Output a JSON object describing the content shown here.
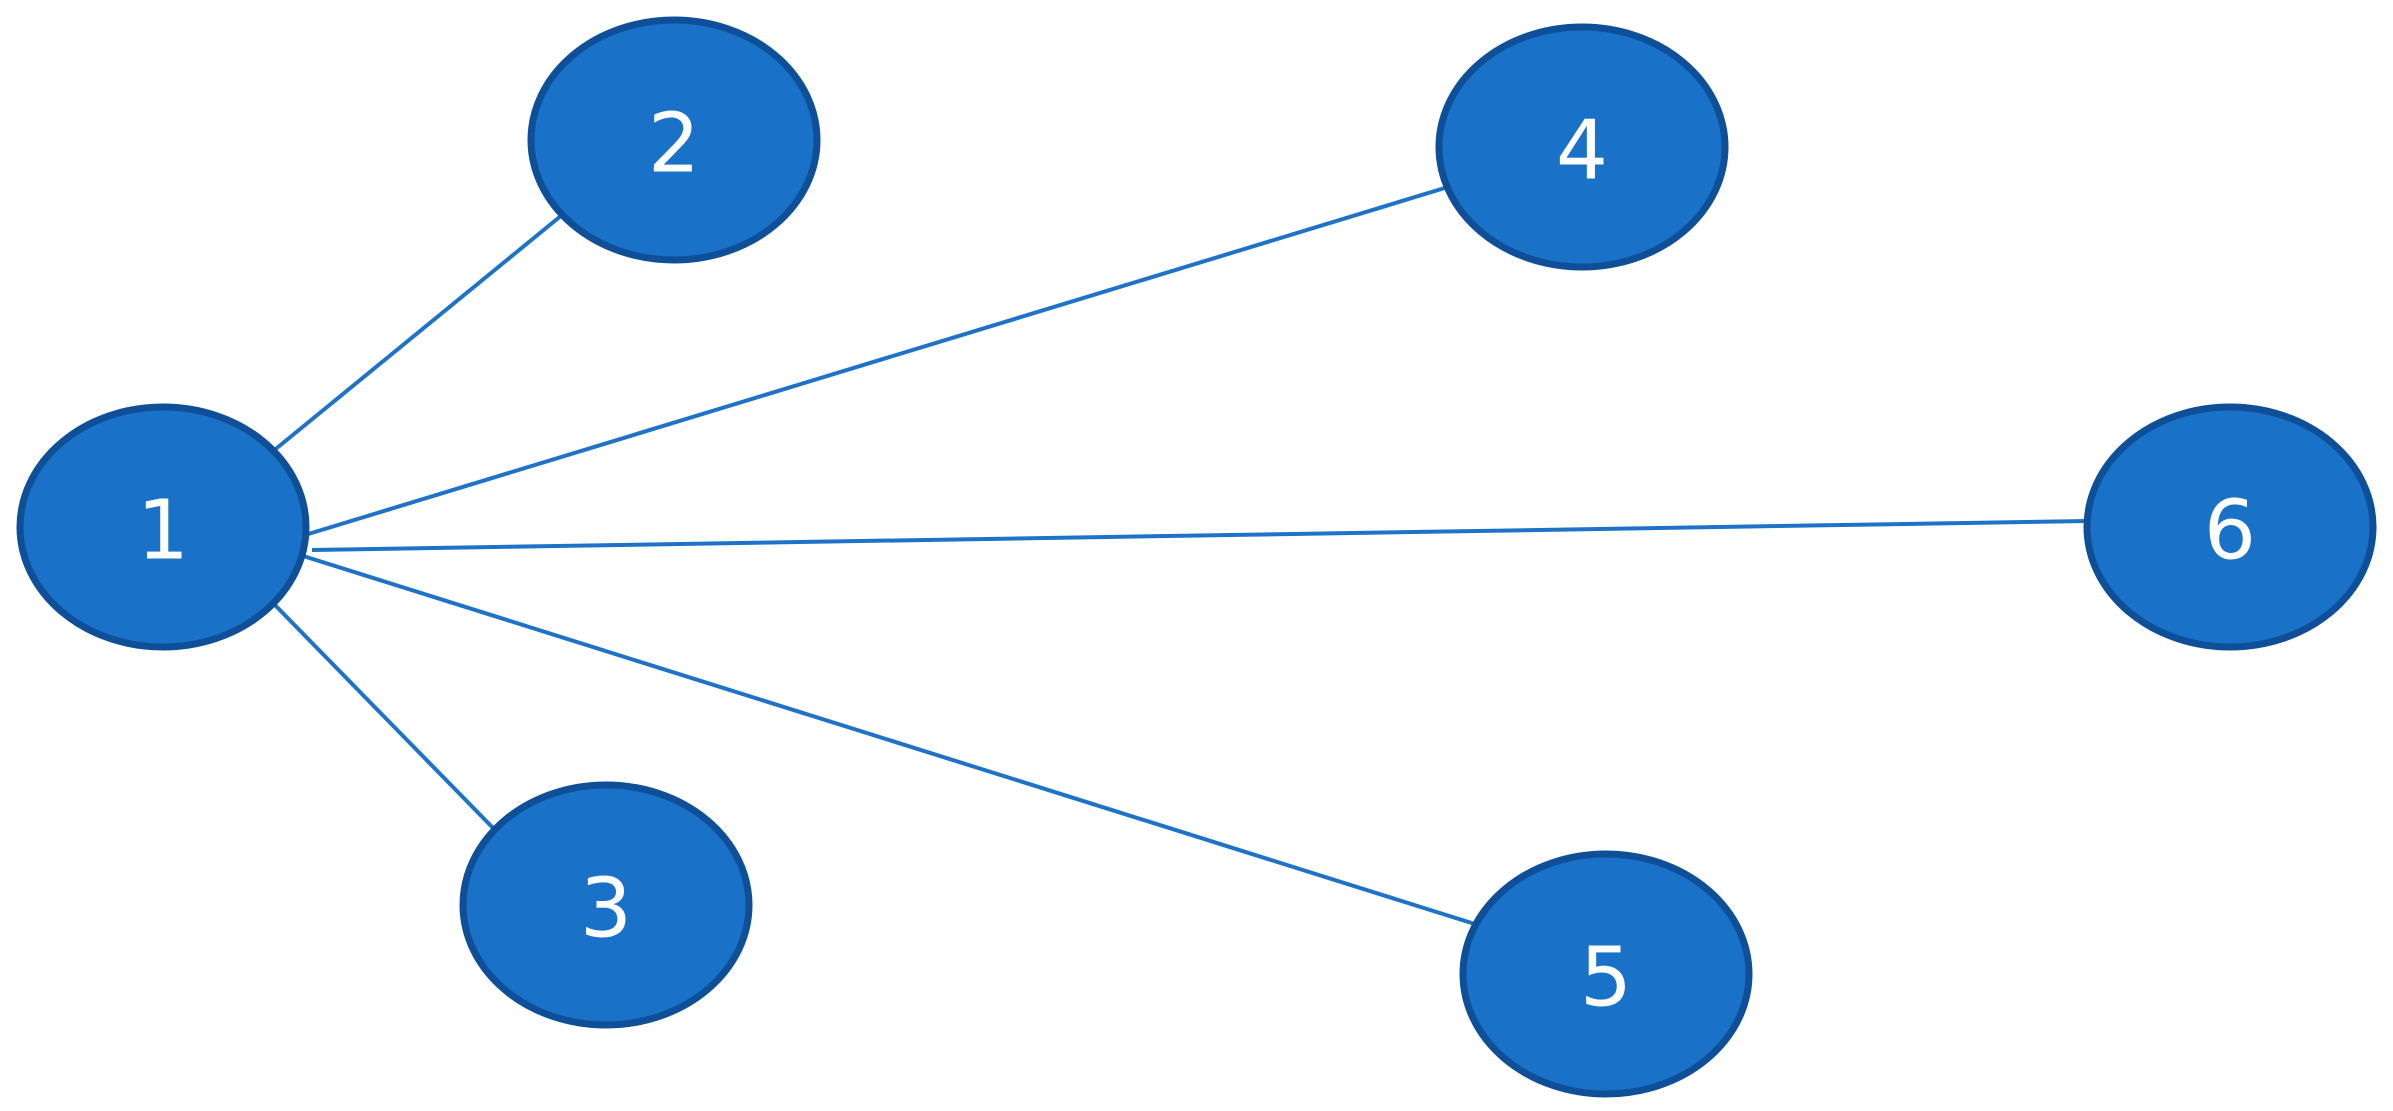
{
  "colors": {
    "node_fill": "#1972C8",
    "node_stroke": "#0E4F98",
    "edge": "#1E73C8",
    "label": "#FFFFFF",
    "background": "#FFFFFF"
  },
  "nodes": [
    {
      "id": "1",
      "label": "1"
    },
    {
      "id": "2",
      "label": "2"
    },
    {
      "id": "3",
      "label": "3"
    },
    {
      "id": "4",
      "label": "4"
    },
    {
      "id": "5",
      "label": "5"
    },
    {
      "id": "6",
      "label": "6"
    }
  ],
  "edges": [
    {
      "from": "1",
      "to": "2"
    },
    {
      "from": "1",
      "to": "4"
    },
    {
      "from": "1",
      "to": "6"
    },
    {
      "from": "1",
      "to": "3"
    },
    {
      "from": "1",
      "to": "5"
    }
  ]
}
